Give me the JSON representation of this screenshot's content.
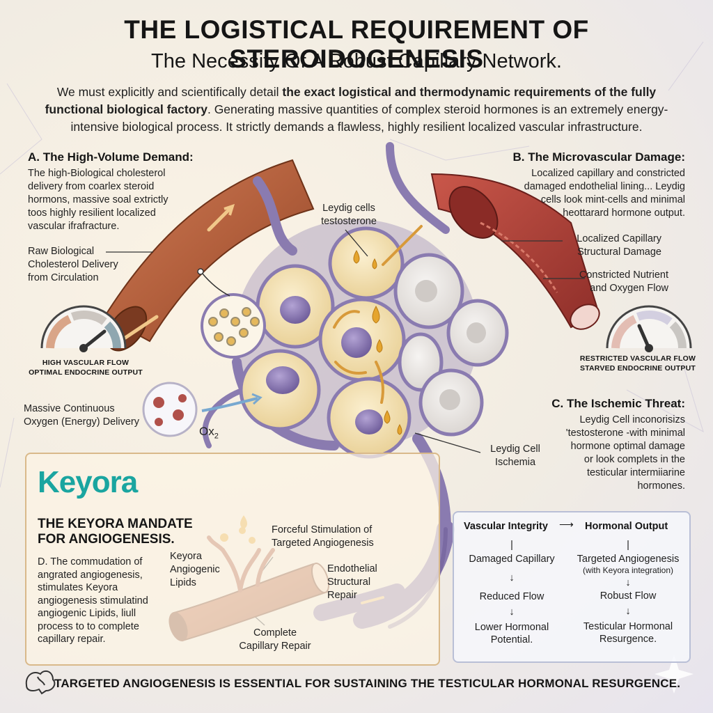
{
  "header": {
    "title": "THE LOGISTICAL REQUIREMENT OF STEROIDOGENESIS",
    "subtitle": "The Necessity Of A Robust Capillary Network.",
    "intro_plain_1": "We must explicitly and scientifically detail ",
    "intro_bold": "the exact logistical and thermodynamic requirements of the fully functional biological factory",
    "intro_plain_2": ". Generating massive quantities of complex steroid hormones is an extremely energy-intensive biological process. It strictly demands a flawless, highly resilient localized vascular infrastructure."
  },
  "section_a": {
    "heading": "A. The High-Volume Demand:",
    "body_lines": [
      "The high-Biological cholesterol",
      "delivery from coarlex steroid",
      "hormons, massive soal extrictly",
      "toos highly resilient localized",
      "vascular ifrafracture."
    ],
    "cholesterol_label_lines": [
      "Raw Biological",
      "Cholesterol Delivery",
      "from Circulation"
    ],
    "gauge_lines": [
      "HIGH VASCULAR FLOW",
      "OPTIMAL ENDOCRINE OUTPUT"
    ],
    "oxygen_label_lines": [
      "Massive Continuous",
      "Oxygen (Energy) Delivery"
    ],
    "oxygen_symbol": "Ox",
    "oxygen_subscript": "2"
  },
  "center": {
    "leydig_label_lines": [
      "Leydig cells",
      "testosterone"
    ],
    "ischemia_label_lines": [
      "Leydig Cell",
      "Ischemia"
    ]
  },
  "section_b": {
    "heading": "B. The Microvascular Damage:",
    "body_lines": [
      "Localized capillary and constricted",
      "damaged endothelial lining... Leydig",
      "cells look mint-cells and minimal",
      "heottarard hormone output."
    ],
    "damage_label_lines": [
      "Localized Capillary",
      "Structural Damage"
    ],
    "flow_label_lines": [
      "Constricted Nutrient",
      "and Oxygen Flow"
    ],
    "gauge_lines": [
      "RESTRICTED VASCULAR FLOW",
      "STARVED ENDOCRINE OUTPUT"
    ]
  },
  "section_c": {
    "heading": "C. The Ischemic Threat:",
    "body_lines": [
      "Leydig Cell inconorisizs",
      "'testosterone -with minimal",
      "hormone optimal damage",
      "or look complets in the",
      "testicular intermiiarine",
      "hormones."
    ]
  },
  "keyora": {
    "logo": "Keyora",
    "mandate_lines": [
      "THE KEYORA MANDATE",
      "FOR ANGIOGENESIS."
    ],
    "body_lines": [
      "D. The commudation of",
      "angrated angiogenesis,",
      "stimulates Keyora",
      "angiogenesis stimulatind",
      "angiogenic Lipids, liull",
      "process to to complete",
      "capillary repair."
    ],
    "lipids_label_lines": [
      "Keyora",
      "Angiogenic",
      "Lipids"
    ],
    "stimulation_label_lines": [
      "Forceful Stimulation of",
      "Targeted Angiogenesis"
    ],
    "repair_label_lines": [
      "Endothelial",
      "Structural",
      "Repair"
    ],
    "complete_label_lines": [
      "Complete",
      "Capillary Repair"
    ]
  },
  "flow": {
    "left_header": "Vascular Integrity",
    "arrow": "⟶",
    "right_header": "Hormonal Output",
    "left_steps": [
      [
        "Damaged Capillary"
      ],
      [
        "Reduced Flow"
      ],
      [
        "Lower Hormonal",
        "Potential."
      ]
    ],
    "right_steps": [
      [
        "Targeted Angiogenesis",
        "(with Keyora integration)"
      ],
      [
        "Robust Flow"
      ],
      [
        "Testicular Hormonal",
        "Resurgence."
      ]
    ],
    "down_arrow": "↓"
  },
  "footer": {
    "text": "TARGETED ANGIOGENESIS IS ESSENTIAL FOR SUSTAINING THE TESTICULAR HORMONAL RESURGENCE."
  },
  "colors": {
    "teal": "#1aa5a0",
    "artery": "#b85f3c",
    "damaged": "#a13a33",
    "vein": "#8a7bb0",
    "cell_healthy": "#f1dfb2",
    "cell_nucleus": "#8b78b4",
    "cell_starved": "#e9e6e3",
    "hormone": "#e5a52e"
  }
}
